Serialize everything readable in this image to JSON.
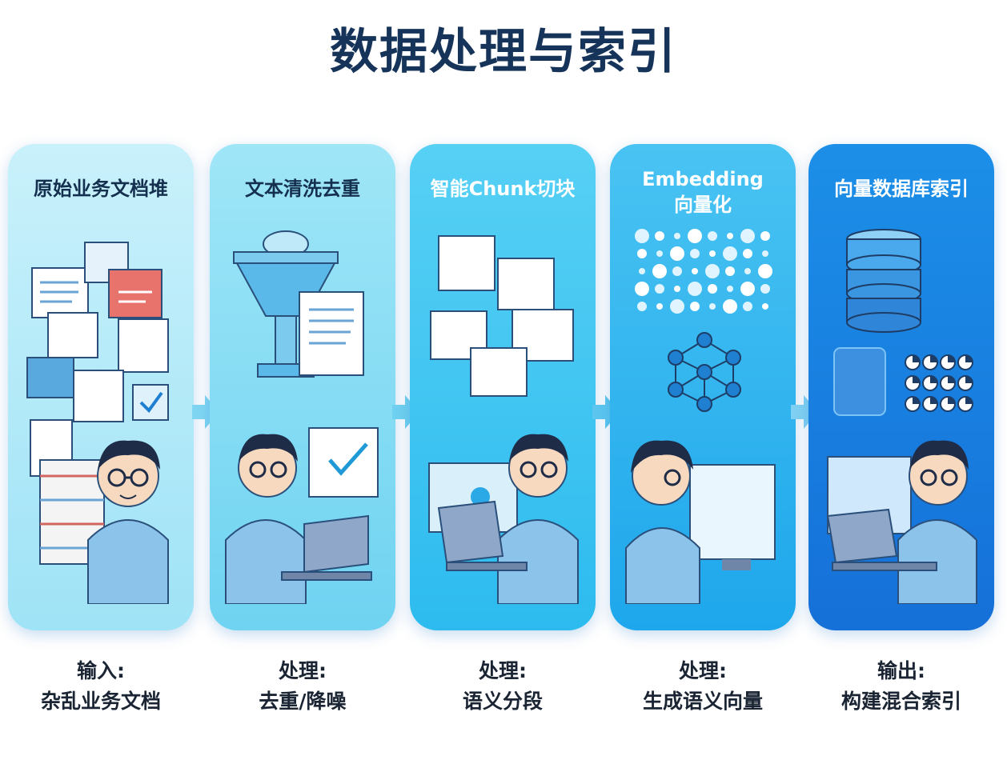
{
  "title": "数据处理与索引",
  "steps": [
    {
      "title": "原始业务文档堆",
      "caption_label": "输入:",
      "caption_text": "杂乱业务文档"
    },
    {
      "title": "文本清洗去重",
      "caption_label": "处理:",
      "caption_text": "去重/降噪"
    },
    {
      "title": "智能Chunk切块",
      "caption_label": "处理:",
      "caption_text": "语义分段"
    },
    {
      "title_line1": "Embedding",
      "title_line2": "向量化",
      "caption_label": "处理:",
      "caption_text": "生成语义向量"
    },
    {
      "title": "向量数据库索引",
      "caption_label": "输出:",
      "caption_text": "构建混合索引"
    }
  ],
  "colors": {
    "title": "#163459",
    "panel1": "#c9f1fb",
    "panel2": "#9fe6f7",
    "panel3": "#57d0f4",
    "panel4": "#49c3f2",
    "panel5": "#1c8fe8",
    "arrow": "#7fd6f2"
  }
}
